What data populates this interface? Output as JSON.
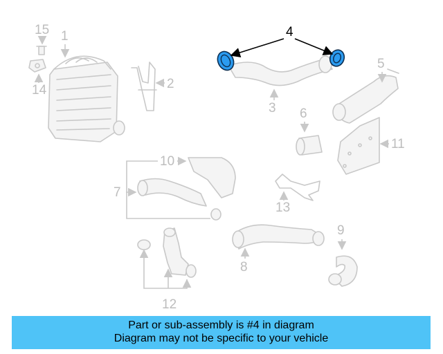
{
  "diagram": {
    "callouts": [
      "1",
      "2",
      "3",
      "4",
      "5",
      "6",
      "7",
      "8",
      "9",
      "10",
      "11",
      "12",
      "13",
      "14",
      "15"
    ],
    "highlighted_part": "4"
  },
  "colors": {
    "highlight_fill": "#2b9bf0",
    "banner_background": "#4fc3f7",
    "part_lines": "#c8c8c8"
  },
  "banner": {
    "line1": "Part or sub-assembly is #4 in diagram",
    "line2": "Diagram may not be specific to your vehicle"
  }
}
